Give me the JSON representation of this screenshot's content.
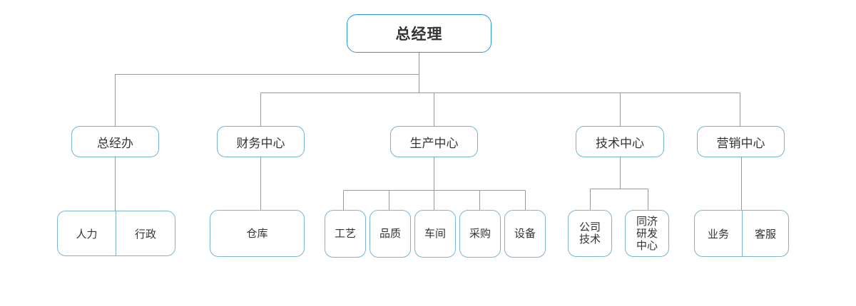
{
  "root": {
    "label": "总经理"
  },
  "departments": [
    {
      "label": "总经办",
      "children": [
        "人力",
        "行政"
      ]
    },
    {
      "label": "财务中心",
      "children": [
        "仓库"
      ]
    },
    {
      "label": "生产中心",
      "children": [
        "工艺",
        "品质",
        "车间",
        "采购",
        "设备"
      ]
    },
    {
      "label": "技术中心",
      "children": [
        "公司\n技术",
        "同济\n研发\n中心"
      ]
    },
    {
      "label": "营销中心",
      "children": [
        "业务",
        "客服"
      ]
    }
  ],
  "colors": {
    "line": "#999999",
    "root_border": "#2a9ad6",
    "node_border": "#7bb4d4"
  }
}
